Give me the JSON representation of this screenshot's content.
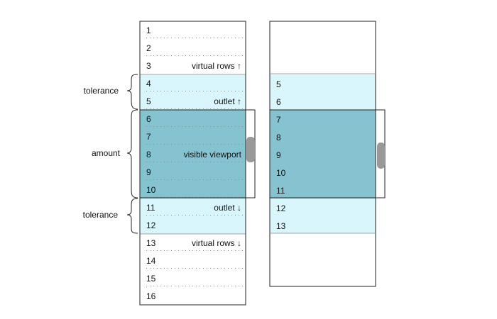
{
  "colors": {
    "outlet": "#d8f6fb",
    "viewport": "#86c3d1",
    "outline": "#222222",
    "dots": "#8a8a8a",
    "scrollbar_thumb": "#999999"
  },
  "left_list": {
    "rows": [
      "1",
      "2",
      "3",
      "4",
      "5",
      "6",
      "7",
      "8",
      "9",
      "10",
      "11",
      "12",
      "13",
      "14",
      "15",
      "16"
    ],
    "outlet_rows": [
      "4",
      "5",
      "6",
      "7",
      "8",
      "9",
      "10",
      "11",
      "12"
    ],
    "viewport_rows": [
      "6",
      "7",
      "8",
      "9",
      "10"
    ],
    "row_labels": [
      {
        "row": "3",
        "text": "virtual rows ↑"
      },
      {
        "row": "5",
        "text": "outlet ↑"
      },
      {
        "row": "8",
        "text": "visible viewport"
      },
      {
        "row": "11",
        "text": "outlet ↓"
      },
      {
        "row": "13",
        "text": "virtual rows ↓"
      }
    ]
  },
  "right_list": {
    "rows": [
      "5",
      "6",
      "7",
      "8",
      "9",
      "10",
      "11",
      "12",
      "13"
    ],
    "viewport_rows": [
      "7",
      "8",
      "9",
      "10",
      "11"
    ]
  },
  "brace_labels": {
    "tolerance_top": "tolerance",
    "amount": "amount",
    "tolerance_bottom": "tolerance"
  }
}
